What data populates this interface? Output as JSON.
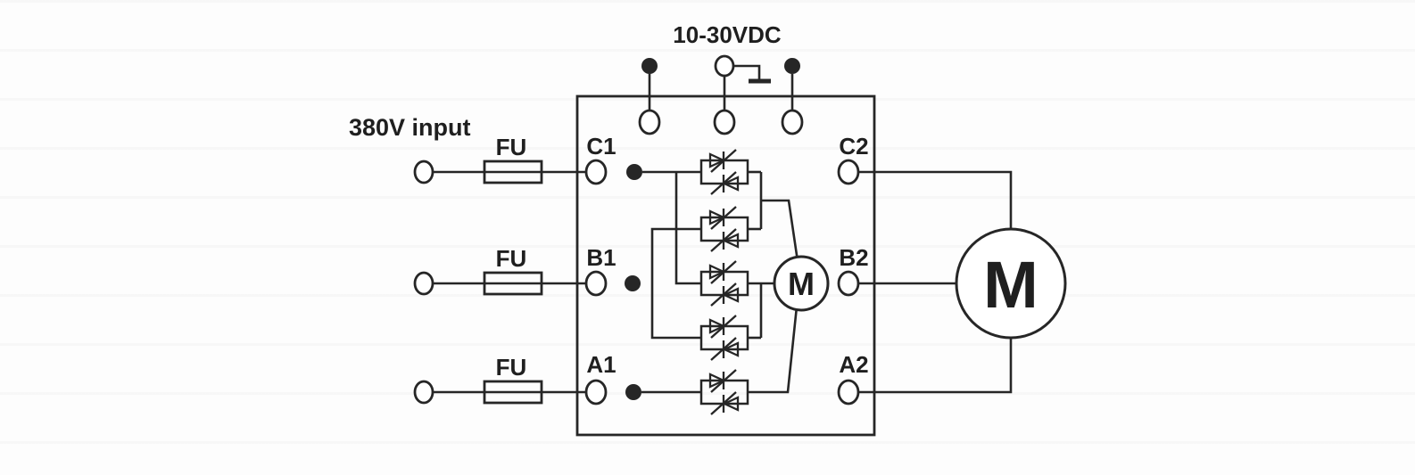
{
  "colors": {
    "ink": "#262626",
    "text": "#1f1f1f",
    "background": "#fdfdfd"
  },
  "header": {
    "control_voltage_label": "10-30VDC"
  },
  "input_section": {
    "label": "380V input"
  },
  "rows": [
    {
      "fuse_label": "FU",
      "input_terminal": "C1",
      "output_terminal": "C2"
    },
    {
      "fuse_label": "FU",
      "input_terminal": "B1",
      "output_terminal": "B2"
    },
    {
      "fuse_label": "FU",
      "input_terminal": "A1",
      "output_terminal": "A2"
    }
  ],
  "motors": {
    "internal_label": "M",
    "external_label": "M"
  }
}
